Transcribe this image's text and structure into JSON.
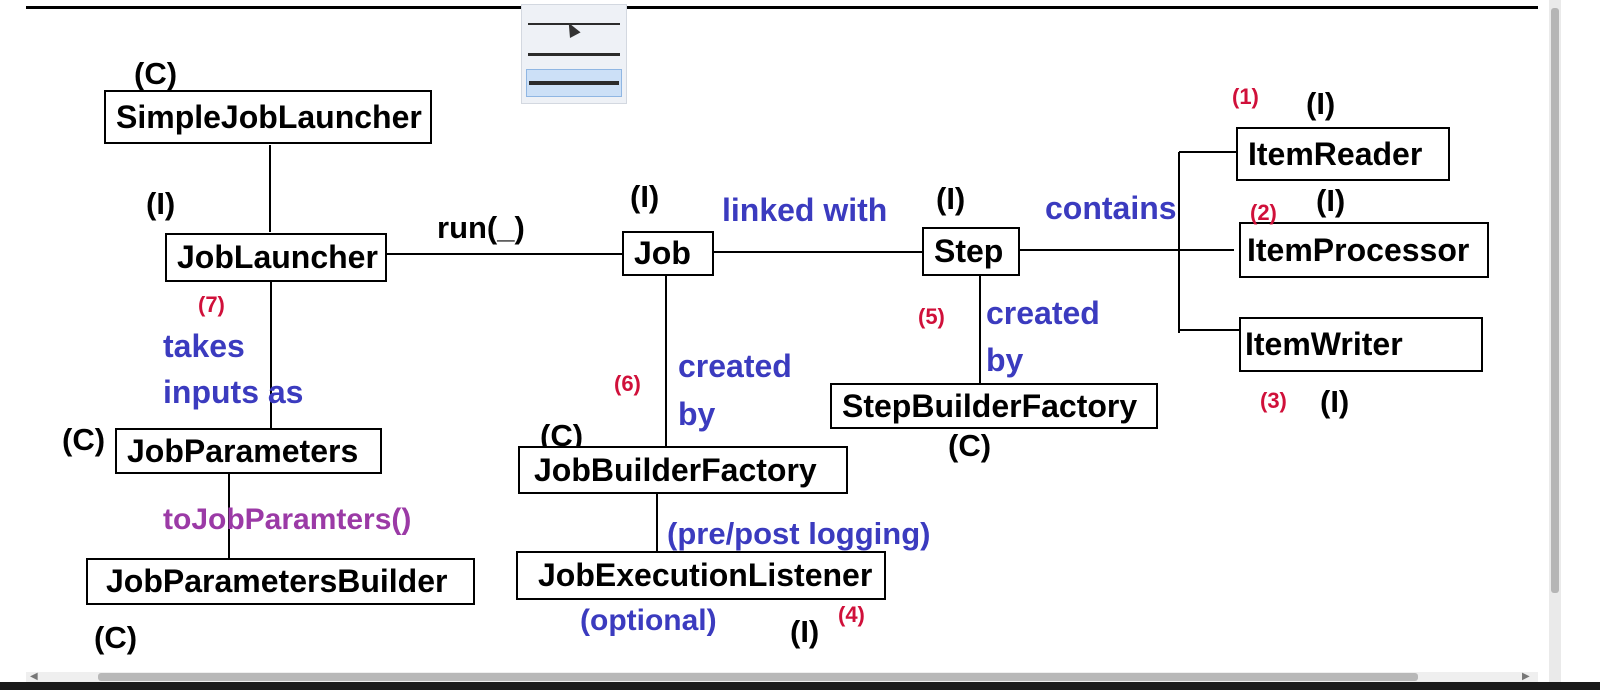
{
  "tags": {
    "simplejoblauncher_type": "(C)",
    "joblauncher_type": "(I)",
    "job_type": "(I)",
    "step_type": "(I)",
    "itemreader_type": "(I)",
    "itemprocessor_type": "(I)",
    "itemwriter_type": "(I)",
    "jobparameters_type": "(C)",
    "jobbuilderfactory_type": "(C)",
    "stepbuilderfactory_type": "(C)",
    "jobparametersbuilder_type": "(C)",
    "jobexecutionlistener_type": "(I)"
  },
  "boxes": {
    "simple_job_launcher": "SimpleJobLauncher",
    "job_launcher": "JobLauncher",
    "job": "Job",
    "step": "Step",
    "item_reader": "ItemReader",
    "item_processor": "ItemProcessor",
    "item_writer": "ItemWriter",
    "job_parameters": "JobParameters",
    "job_parameters_builder": "JobParametersBuilder",
    "job_builder_factory": "JobBuilderFactory",
    "step_builder_factory": "StepBuilderFactory",
    "job_execution_listener": "JobExecutionListener"
  },
  "numbers": {
    "n1": "(1)",
    "n2": "(2)",
    "n3": "(3)",
    "n4": "(4)",
    "n5": "(5)",
    "n6": "(6)",
    "n7": "(7)"
  },
  "labels": {
    "run": "run(_)",
    "linked_with": "linked with",
    "contains": "contains",
    "takes": "takes",
    "inputs_as": "inputs as",
    "created_job": "created",
    "by_job": "by",
    "created_step": "created",
    "by_step": "by",
    "to_job_params": "toJobParamters()",
    "pre_post_logging": "(pre/post logging)",
    "optional": "(optional)"
  },
  "toolbar": {
    "line_styles": [
      "thin",
      "medium",
      "thick"
    ],
    "selected_style": "thick"
  }
}
